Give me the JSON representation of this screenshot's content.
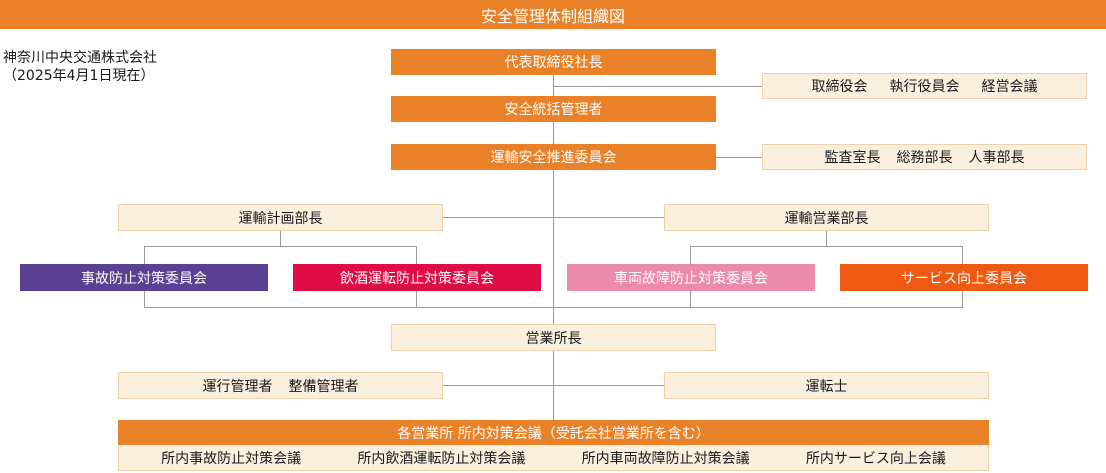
{
  "title": "安全管理体制組織図",
  "company": {
    "name": "神奈川中央交通株式会社",
    "as_of": "（2025年4月1日現在）"
  },
  "colors": {
    "accent": "#e98129",
    "beige": "#fbefde",
    "purple": "#5a4092",
    "red": "#df0c46",
    "pink": "#ea8bac",
    "orange": "#ee5a11",
    "line": "#9a9a9a"
  },
  "chain": {
    "president": "代表取締役社長",
    "safety_manager": "安全統括管理者",
    "transport_committee": "運輸安全推進委員会",
    "branch_manager": "営業所長"
  },
  "side": {
    "board": [
      "取締役会",
      "執行役員会",
      "経営会議"
    ],
    "departments": [
      "監査室長",
      "総務部長",
      "人事部長"
    ]
  },
  "divisions": {
    "planning": "運輸計画部長",
    "operations": "運輸営業部長"
  },
  "committees": [
    {
      "label": "事故防止対策委員会",
      "color": "#5a4092"
    },
    {
      "label": "飲酒運転防止対策委員会",
      "color": "#df0c46"
    },
    {
      "label": "車両故障防止対策委員会",
      "color": "#ea8bac"
    },
    {
      "label": "サービス向上委員会",
      "color": "#ee5a11"
    }
  ],
  "staff": {
    "managers": [
      "運行管理者",
      "整備管理者"
    ],
    "driver": "運転士"
  },
  "meetings": {
    "header": "各営業所 所内対策会議（受託会社営業所を含む）",
    "items": [
      "所内事故防止対策会議",
      "所内飲酒運転防止対策会議",
      "所内車両故障防止対策会議",
      "所内サービス向上会議"
    ]
  }
}
